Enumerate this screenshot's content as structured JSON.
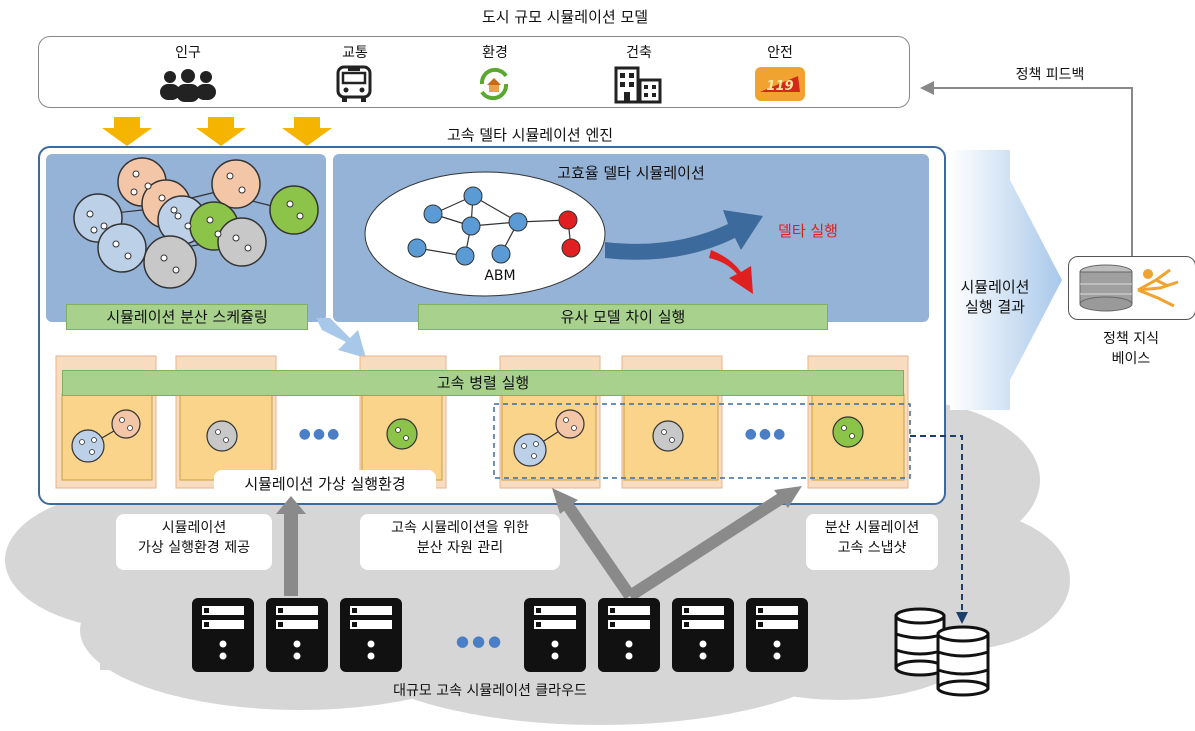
{
  "title": "도시 규모 시뮬레이션 모델",
  "categories": [
    {
      "label": "인구",
      "icon": "people-icon"
    },
    {
      "label": "교통",
      "icon": "bus-icon"
    },
    {
      "label": "환경",
      "icon": "environment-icon"
    },
    {
      "label": "건축",
      "icon": "building-icon"
    },
    {
      "label": "안전",
      "icon": "safety-119-icon"
    }
  ],
  "feedback_label": "정책 피드백",
  "engine_title": "고속 델타 시뮬레이션 엔진",
  "scheduling_label": "시뮬레이션 분산 스케쥴링",
  "delta_title": "고효율 델타 시뮬레이션",
  "abm_label": "ABM",
  "delta_run_label": "델타 실행",
  "similar_model_label": "유사 모델 차이 실행",
  "parallel_label": "고속 병렬 실행",
  "ellipsis": "●●●",
  "virtual_env_label": "시뮬레이션 가상 실행환경",
  "result_label_line1": "시뮬레이션",
  "result_label_line2": "실행 결과",
  "kb_line1": "정책 지식",
  "kb_line2": "베이스",
  "provide_line1": "시뮬레이션",
  "provide_line2": "가상 실행환경 제공",
  "resource_line1": "고속 시뮬레이션을 위한",
  "resource_line2": "분산 자원 관리",
  "snapshot_line1": "분산 시뮬레이션",
  "snapshot_line2": "고속 스냅샷",
  "cloud_label": "대규모 고속 시뮬레이션 클라우드",
  "colors": {
    "panel_blue": "#95b3d7",
    "green_bar": "#a9d18e",
    "container_orange": "#fad48a",
    "delta_arrow": "#3d6a9c",
    "red_arrow": "#e02020",
    "yellow_arrow": "#f5b400",
    "delta_run_text": "#e02020"
  }
}
